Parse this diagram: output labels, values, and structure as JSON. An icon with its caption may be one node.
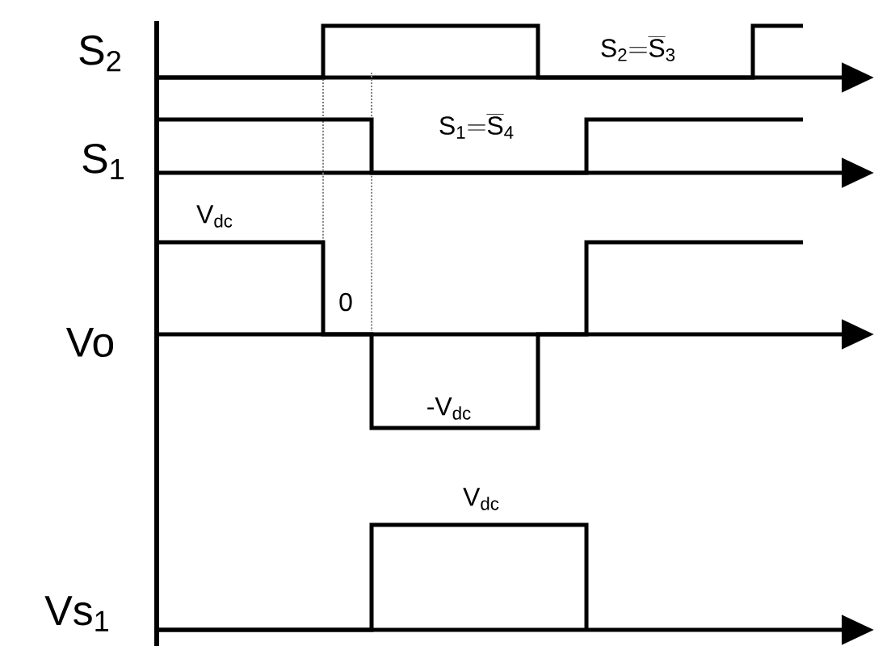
{
  "diagram": {
    "labels": [
      "S$_{2}$",
      "\\mathrm{S}_{\\mathrm{2}}\\mathrm{=}\\overline{\\mathrm{S}}_{\\mathrm{3}}",
      "\\mathrm{S}_{\\mathrm{1}}\\mathrm{=}\\overline{\\mathrm{S}}_{\\mathrm{4}}",
      "S$_{1}$",
      "V$_{dc}$",
      "0",
      "Vo",
      "-V$_{dc}$",
      "V$_{dc}$",
      "Vs$_{1}$"
    ]
  }
}
